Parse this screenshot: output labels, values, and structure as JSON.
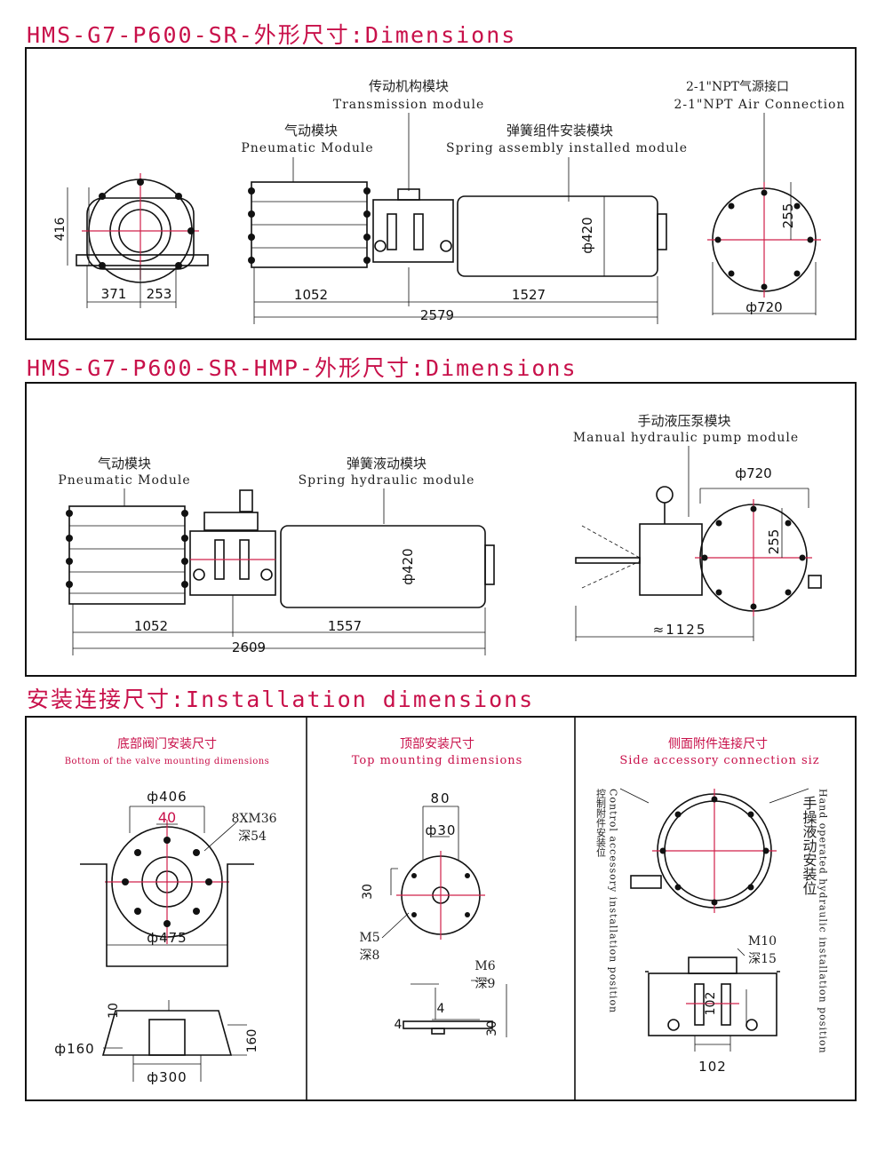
{
  "section1": {
    "heading": "HMS-G7-P600-SR-外形尺寸:Dimensions",
    "transmission_cn": "传动机构模块",
    "transmission_en": "Transmission module",
    "air_cn": "2-1\"NPT气源接口",
    "air_en": "2-1\"NPT Air Connection",
    "pneumatic_cn": "气动模块",
    "pneumatic_en": "Pneumatic Module",
    "spring_cn": "弹簧组件安装模块",
    "spring_en": "Spring assembly installed module",
    "dim_416": "416",
    "dim_371": "371",
    "dim_253": "253",
    "dim_1052": "1052",
    "dim_1527": "1527",
    "dim_2579": "2579",
    "dim_phi420": "ф420",
    "dim_255": "255",
    "dim_phi720": "ф720"
  },
  "section2": {
    "heading": "HMS-G7-P600-SR-HMP-外形尺寸:Dimensions",
    "manual_cn": "手动液压泵模块",
    "manual_en": "Manual hydraulic pump module",
    "pneumatic_cn": "气动模块",
    "pneumatic_en": "Pneumatic Module",
    "spring_cn": "弹簧液动模块",
    "spring_en": "Spring hydraulic module",
    "dim_phi720": "ф720",
    "dim_phi420": "ф420",
    "dim_255": "255",
    "dim_1052": "1052",
    "dim_1557": "1557",
    "dim_2609": "2609",
    "dim_1125": "≈1125"
  },
  "section3": {
    "heading": "安装连接尺寸:Installation dimensions",
    "bottom_cn": "底部阀门安装尺寸",
    "bottom_en": "Bottom of the valve mounting dimensions",
    "dim_406": "ф406",
    "dim_40": "40",
    "bolt_spec": "8XM36",
    "bolt_depth": "深54",
    "dim_475": "ф475",
    "dim_10": "10",
    "dim_160v": "160",
    "dim_phi160": "ф160",
    "dim_phi300": "ф300",
    "top_cn": "顶部安装尺寸",
    "top_en": "Top mounting dimensions",
    "dim_80": "80",
    "dim_phi30": "ф30",
    "dim_30a": "30",
    "m5": "M5",
    "m5_depth": "深8",
    "m6": "M6",
    "m6_depth": "深9",
    "dim_4a": "4",
    "dim_4b": "4",
    "dim_30b": "30",
    "side_cn": "侧面附件连接尺寸",
    "side_en": "Side accessory connection siz",
    "control_cn": "控制附件安装位",
    "control_en": "Control accessory installation position",
    "hand_cn": "手操液动安装位",
    "hand_en": "Hand operated hydraulic installation position",
    "m10": "M10",
    "m10_depth": "深15",
    "dim_102v": "102",
    "dim_102h": "102"
  }
}
